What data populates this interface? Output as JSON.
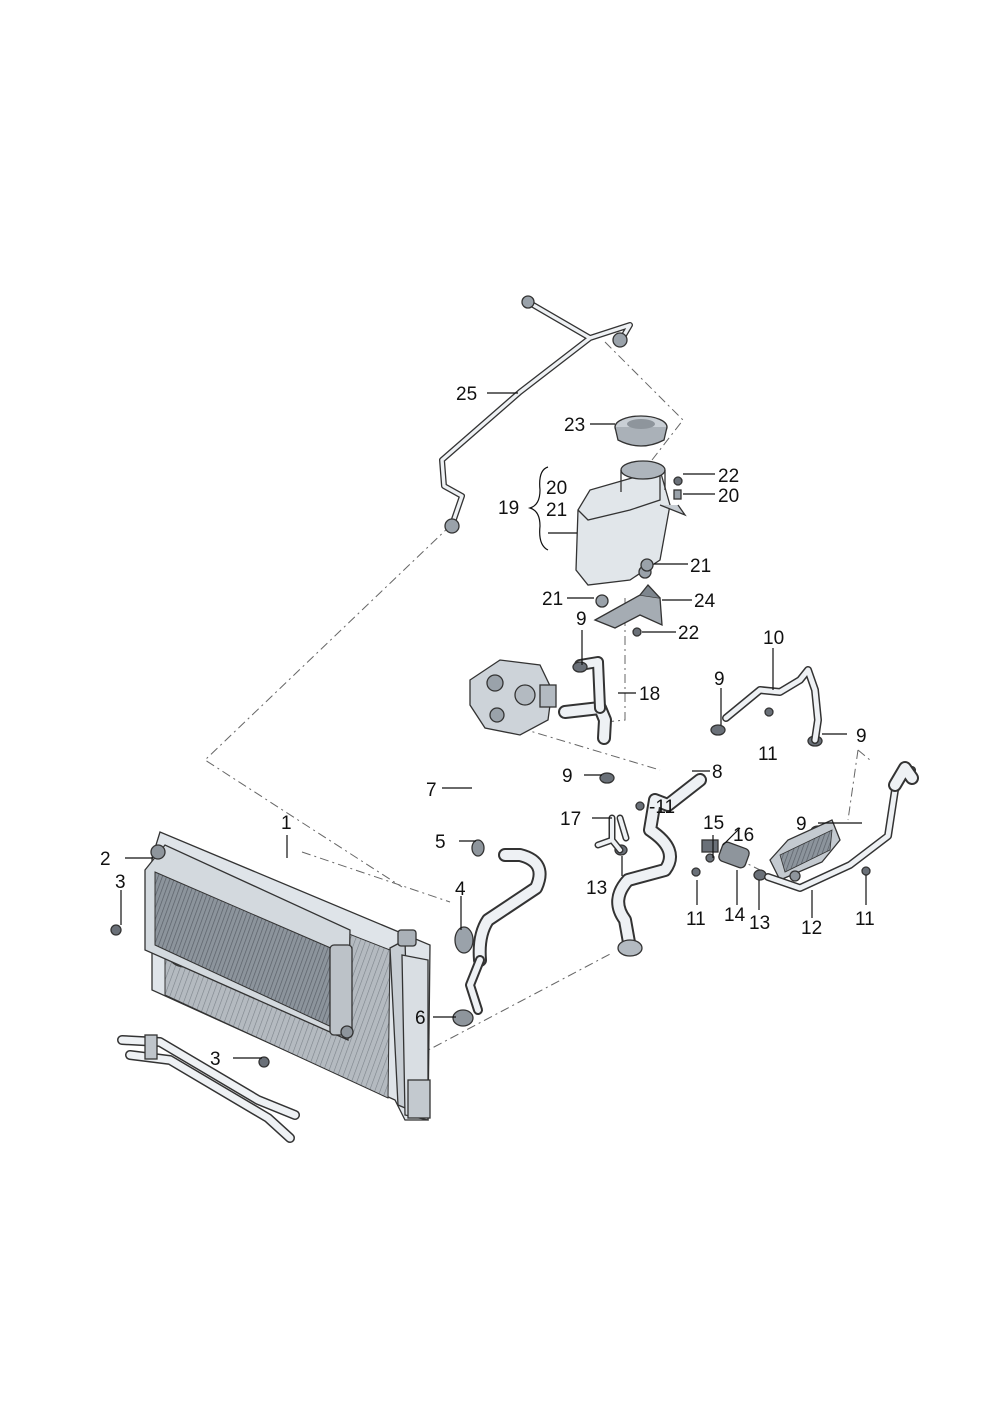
{
  "callouts": {
    "c1": "1",
    "c2": "2",
    "c3a": "3",
    "c3b": "3",
    "c4": "4",
    "c5": "5",
    "c6": "6",
    "c7": "7",
    "c8": "8",
    "c9a": "9",
    "c9b": "9",
    "c9c": "9",
    "c9d": "9",
    "c9e": "9",
    "c10": "10",
    "c11a": "-11",
    "c11b": "11",
    "c11c": "11",
    "c11d": "11",
    "c12": "12",
    "c13a": "13",
    "c13b": "13",
    "c14": "14",
    "c15": "15",
    "c16": "16",
    "c17": "17",
    "c18": "18",
    "c19": "19",
    "c20a": "20",
    "c20b": "20",
    "c21a": "21",
    "c21b": "21",
    "c21c": "21",
    "c22a": "22",
    "c22b": "22",
    "c23": "23",
    "c24": "24",
    "c25": "25"
  },
  "colors": {
    "body": "#e6eaee",
    "shade": "#9aa2aa",
    "dark": "#4a5058",
    "line": "#333333",
    "core": "#7e868e"
  }
}
